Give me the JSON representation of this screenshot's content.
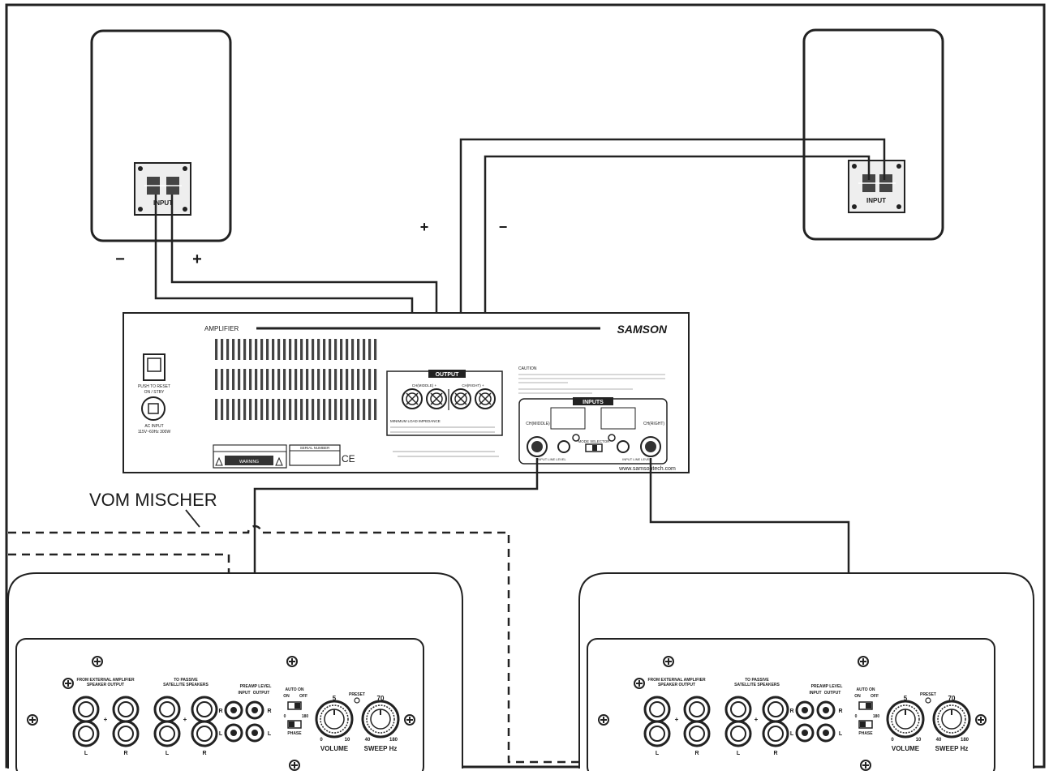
{
  "speaker_left": {
    "terminal_label": "INPUT",
    "minus": "−",
    "plus": "+"
  },
  "speaker_right": {
    "terminal_label": "INPUT"
  },
  "wire_labels": {
    "plus": "+",
    "minus": "−"
  },
  "amplifier": {
    "title": "AMPLIFIER",
    "brand": "SAMSON",
    "output_label": "OUTPUT",
    "inputs_label": "INPUTS",
    "ch_left_label": "CH(MIDDLE)",
    "ch_right_label": "CH(RIGHT)",
    "ch_a": "CH(MIDDLE) +",
    "ch_b": "CH(RIGHT) +",
    "power_label": "PUSH TO RESET",
    "power_sub": "ON / STBY",
    "ac_label": "AC INPUT",
    "ac_sub": "115V~60Hz 300W",
    "impedance_label": "MINIMUM LOAD IMPEDANCE",
    "mode_selector": "MODE SELECTOR",
    "line_label": "INPUT LINE LEVEL",
    "caution": "CAUTION",
    "website": "www.samsontech.com",
    "ce": "CE",
    "serial": "SERIAL NUMBER",
    "warning": "WARNING"
  },
  "from_mixer_label": "VOM MISCHER",
  "subwoofer_left": {
    "from_amp": "FROM EXTERNAL AMPLIFIER",
    "from_amp_sub": "SPEAKER OUTPUT",
    "to_passive": "TO PASSIVE",
    "to_passive_sub": "SATELLITE SPEAKERS",
    "preamp": "PREAMP LEVEL",
    "input": "INPUT",
    "output": "OUTPUT",
    "auto_on": "AUTO ON",
    "on": "ON",
    "off": "OFF",
    "zero": "0",
    "one_eighty": "180",
    "phase": "PHASE",
    "preset": "PRESET",
    "volume": "VOLUME",
    "sweep": "SWEEP Hz",
    "vol_min": "0",
    "vol_max": "10",
    "vol_mid": "5",
    "sw_min": "40",
    "sw_max": "180",
    "sw_mid": "70",
    "L": "L",
    "R": "R"
  },
  "subwoofer_right": {
    "from_amp": "FROM EXTERNAL AMPLIFIER",
    "from_amp_sub": "SPEAKER OUTPUT",
    "to_passive": "TO PASSIVE",
    "to_passive_sub": "SATELLITE SPEAKERS",
    "preamp": "PREAMP LEVEL",
    "input": "INPUT",
    "output": "OUTPUT",
    "auto_on": "AUTO ON",
    "on": "ON",
    "off": "OFF",
    "zero": "0",
    "one_eighty": "180",
    "phase": "PHASE",
    "preset": "PRESET",
    "volume": "VOLUME",
    "sweep": "SWEEP Hz",
    "vol_min": "0",
    "vol_max": "10",
    "vol_mid": "5",
    "sw_min": "40",
    "sw_max": "180",
    "sw_mid": "70",
    "L": "L",
    "R": "R"
  }
}
